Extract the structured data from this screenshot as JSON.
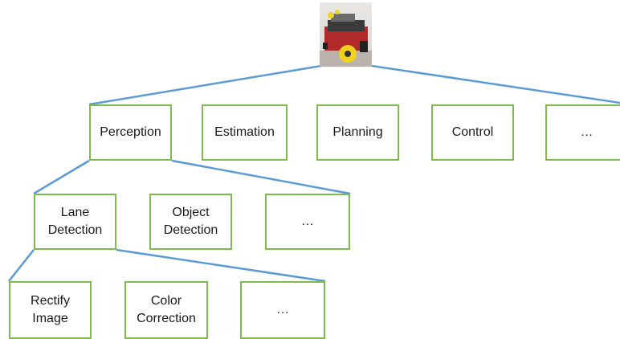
{
  "root": {
    "image": "robot-car-photo"
  },
  "level1": [
    "Perception",
    "Estimation",
    "Planning",
    "Control",
    "…"
  ],
  "level2": [
    "Lane Detection",
    "Object Detection",
    "…"
  ],
  "level3": [
    "Rectify Image",
    "Color Correction",
    "…"
  ],
  "colors": {
    "edge": "#5b9bd5",
    "box_border": "#7fba4e"
  }
}
